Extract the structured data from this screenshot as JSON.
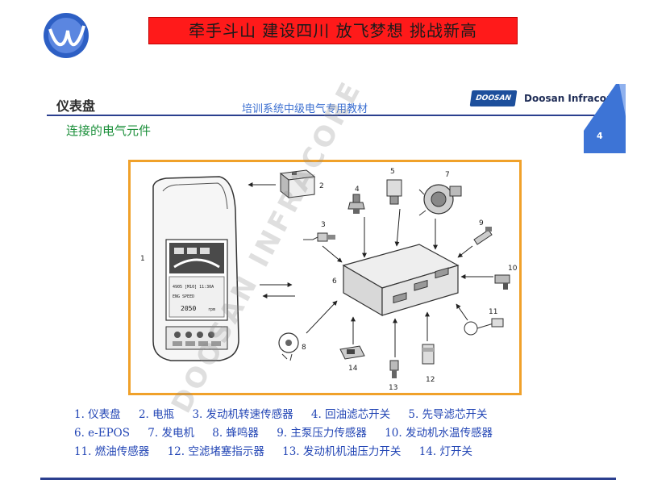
{
  "header": {
    "slogan": "牵手斗山   建设四川   放飞梦想   挑战新高",
    "section_title": "仪表盘",
    "subtitle": "培训系统中级电气专用教材",
    "brand_badge": "DOOSAN",
    "brand_name": "Doosan Infracore",
    "page_number": "4"
  },
  "heading": "连接的电气元件",
  "watermark": "DOOSAN INFRACORE",
  "colors": {
    "slogan_bg": "#ff1a1a",
    "frame_border": "#f0a12a",
    "heading": "#1b8f3a",
    "legend": "#2346b5",
    "rule_line": "#2b3f8f"
  },
  "diagram": {
    "callouts": [
      "1",
      "2",
      "3",
      "4",
      "5",
      "6",
      "7",
      "8",
      "9",
      "10",
      "11",
      "12",
      "13",
      "14"
    ],
    "display": {
      "line1": "4905  [M10] 11:30A",
      "line2": "ENG SPEED",
      "value": "2050",
      "unit": "rpm"
    }
  },
  "legend": [
    [
      "1. 仪表盘",
      "2. 电瓶",
      "3. 发动机转速传感器",
      "4. 回油滤芯开关",
      "5. 先导滤芯开关"
    ],
    [
      "6. e-EPOS",
      "7. 发电机",
      "8. 蜂鸣器",
      "9. 主泵压力传感器",
      "10. 发动机水温传感器"
    ],
    [
      "11. 燃油传感器",
      "12. 空滤堵塞指示器",
      "13. 发动机机油压力开关",
      "14. 灯开关"
    ]
  ]
}
